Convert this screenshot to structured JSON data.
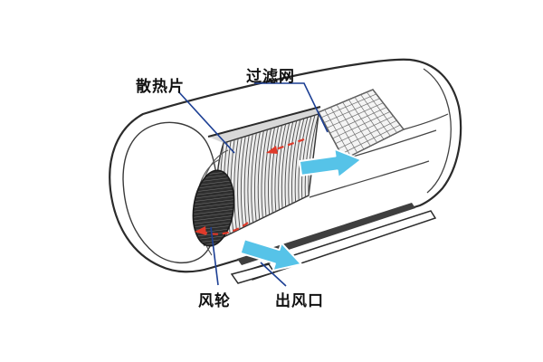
{
  "diagram": {
    "subject": "air-conditioner-indoor-unit-cutaway",
    "labels": {
      "fins": "散热片",
      "filter": "过滤网",
      "fan": "风轮",
      "outlet": "出风口"
    },
    "colors": {
      "bg": "#ffffff",
      "outline": "#2b2b2b",
      "leader": "#1c3f94",
      "airflow": "#56c3e8",
      "flow_dash": "#e03a2a",
      "metal_light": "#e8e8e8",
      "fan_dark": "#2e2e2e"
    }
  }
}
